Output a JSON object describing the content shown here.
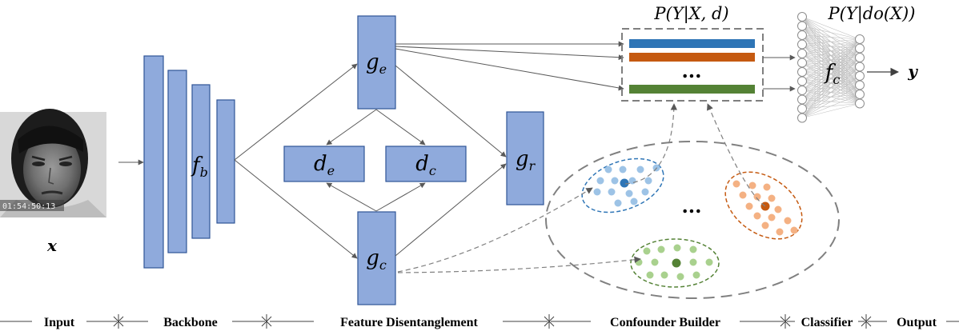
{
  "input": {
    "var_label": "x",
    "timestamp": "01:54:50:13"
  },
  "backbone": {
    "fn_main": "f",
    "fn_sub": "b"
  },
  "disentangle": {
    "ge": {
      "main": "g",
      "sub": "e"
    },
    "gc": {
      "main": "g",
      "sub": "c"
    },
    "gr": {
      "main": "g",
      "sub": "r"
    },
    "de": {
      "main": "d",
      "sub": "e"
    },
    "dc": {
      "main": "d",
      "sub": "c"
    }
  },
  "confounder": {
    "prob_label": "P(Y|X, d)",
    "ellipsis": "...",
    "cluster_ellipsis": "...",
    "bar_colors": [
      "#2e75b6",
      "#c55a11",
      "#548235"
    ],
    "cluster_colors": {
      "blue": {
        "dot": "#9dc3e6",
        "center": "#2e75b6",
        "ring": "#2e75b6"
      },
      "orange": {
        "dot": "#f4b183",
        "center": "#c55a11",
        "ring": "#c55a11"
      },
      "green": {
        "dot": "#a9d18e",
        "center": "#548235",
        "ring": "#548235"
      }
    }
  },
  "classifier": {
    "prob_label": "P(Y|do(X))",
    "fn_main": "f",
    "fn_sub": "c"
  },
  "output": {
    "var_label": "y"
  },
  "stages": [
    "Input",
    "Backbone",
    "Feature Disentanglement",
    "Confounder Builder",
    "Classifier",
    "Output"
  ],
  "colors": {
    "block_fill": "#8faadc",
    "block_stroke": "#2f5597",
    "arrow": "#595959"
  }
}
